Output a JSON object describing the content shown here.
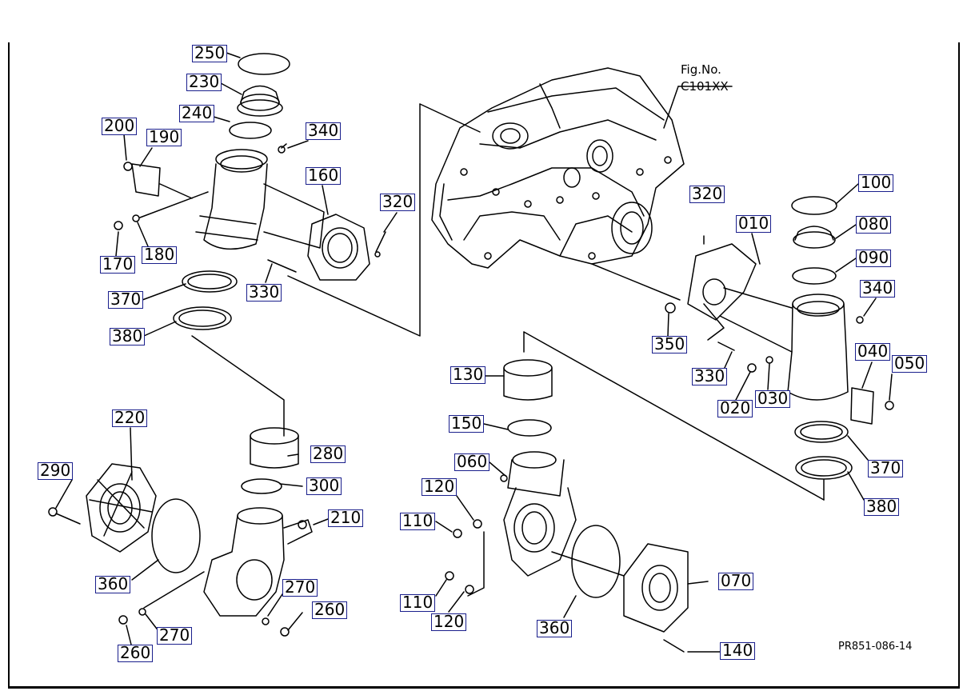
{
  "figure": {
    "fig_label": "Fig.No.",
    "fig_number": "C101XX",
    "drawing_ref": "PR851-086-14"
  },
  "callouts": [
    "250",
    "230",
    "240",
    "200",
    "190",
    "340",
    "160",
    "320",
    "170",
    "180",
    "330",
    "370",
    "380",
    "010",
    "320",
    "100",
    "080",
    "090",
    "340",
    "350",
    "330",
    "020",
    "030",
    "040",
    "050",
    "370",
    "380",
    "130",
    "150",
    "060",
    "120",
    "110",
    "110",
    "120",
    "360",
    "070",
    "140",
    "220",
    "290",
    "280",
    "300",
    "210",
    "360",
    "270",
    "270",
    "260",
    "260"
  ],
  "colors": {
    "label_border": "#1a1f8c",
    "line": "#000000"
  }
}
